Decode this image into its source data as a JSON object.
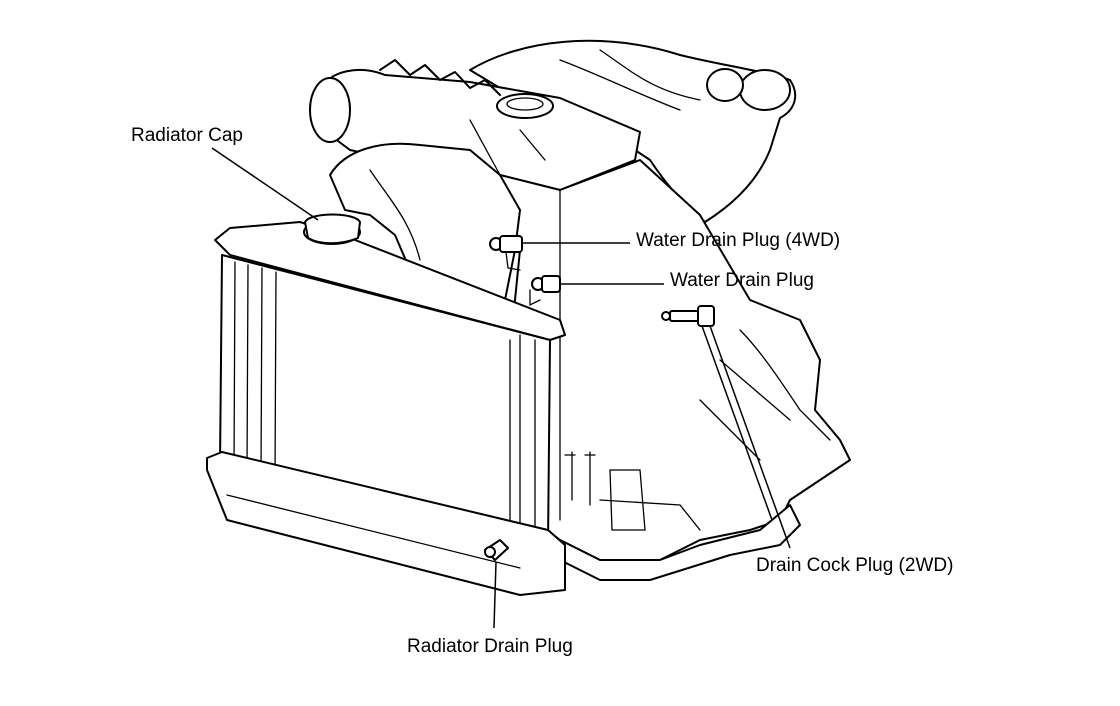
{
  "labels": {
    "radiator_cap": "Radiator Cap",
    "water_drain_plug_4wd": "Water Drain Plug (4WD)",
    "water_drain_plug": "Water Drain Plug",
    "drain_cock_plug_2wd": "Drain Cock Plug (2WD)",
    "radiator_drain_plug": "Radiator Drain Plug"
  },
  "colors": {
    "ink": "#000000",
    "background": "#ffffff"
  }
}
